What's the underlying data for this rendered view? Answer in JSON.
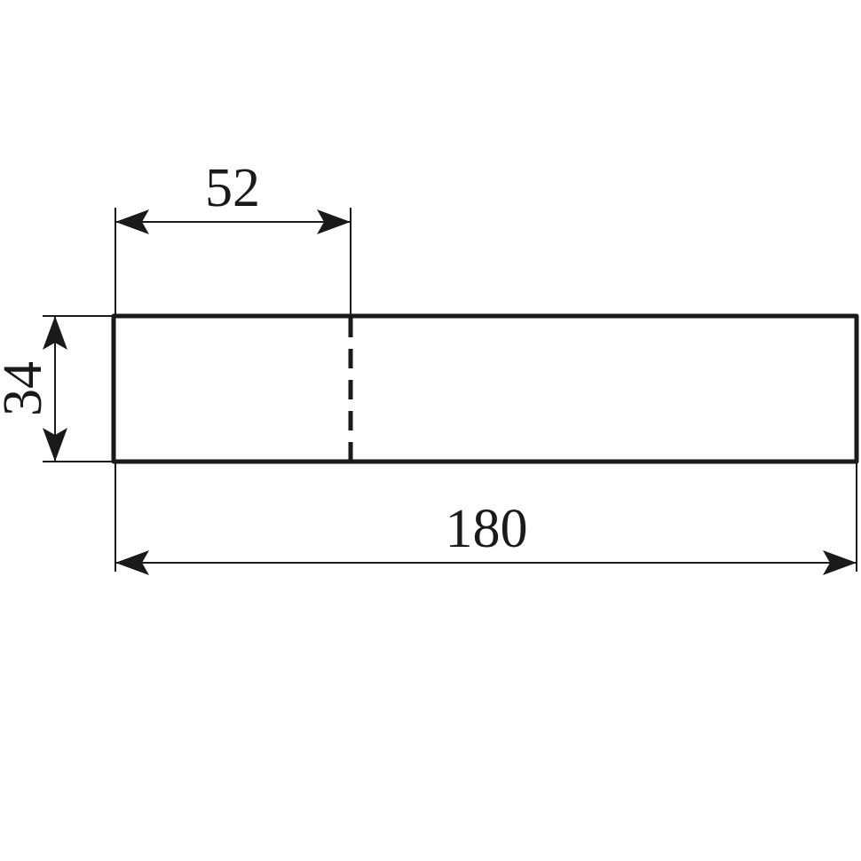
{
  "dimensions": {
    "width_52": "52",
    "height_34": "34",
    "length_180": "180"
  },
  "colors": {
    "line": "#1a1a1a",
    "background": "#ffffff"
  }
}
